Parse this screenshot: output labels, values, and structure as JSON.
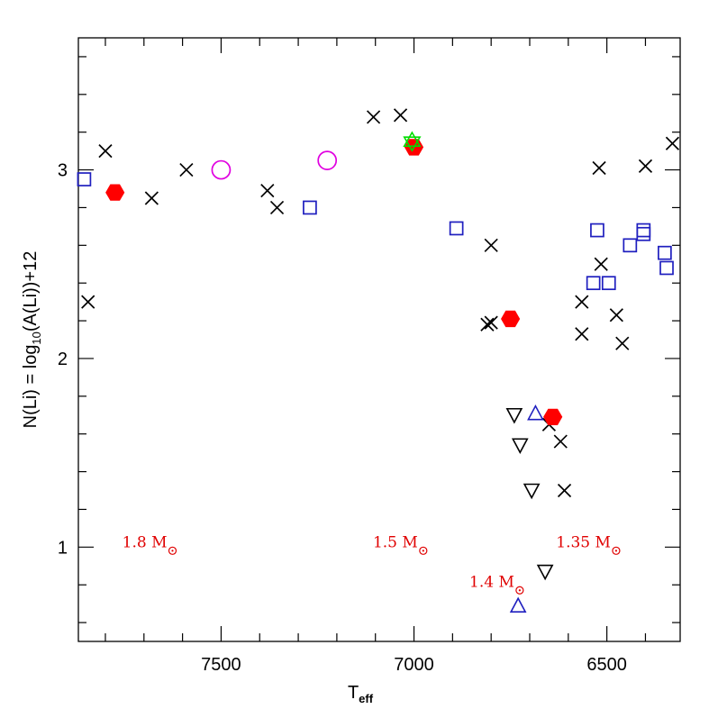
{
  "chart_data": {
    "type": "scatter",
    "title": "",
    "xlabel_main": "T",
    "xlabel_sub": "eff",
    "ylabel": "N(Li)  =  log10(A(Li))+12",
    "ylabel_parts": {
      "pre": "N(Li)  =  log",
      "sub": "10",
      "post": "(A(Li))+12"
    },
    "xlim": [
      7870,
      6310
    ],
    "ylim": [
      0.5,
      3.7
    ],
    "x_reversed": true,
    "x_major_ticks": [
      7500,
      7000,
      6500
    ],
    "x_tick_labels": [
      "7500",
      "7000",
      "6500"
    ],
    "x_minor_step": 100,
    "y_major_ticks": [
      1,
      2,
      3
    ],
    "y_tick_labels": [
      "1",
      "2",
      "3"
    ],
    "y_minor_step": 0.2,
    "grid": false,
    "colors": {
      "cross": "#000000",
      "square": "#1f1fbf",
      "hexagon": "#ff0000",
      "circle": "#e000e0",
      "triangle_down": "#000000",
      "triangle_up": "#1f1fbf",
      "star": "#00dd00",
      "mass_label": "#e00000"
    },
    "mass_labels": [
      {
        "mass": "1.8",
        "unit": "M",
        "x": 7640,
        "y": 1.0
      },
      {
        "mass": "1.5",
        "unit": "M",
        "x": 6990,
        "y": 1.0
      },
      {
        "mass": "1.35",
        "unit": "M",
        "x": 6490,
        "y": 1.0
      },
      {
        "mass": "1.4",
        "unit": "M",
        "x": 6740,
        "y": 0.79
      }
    ],
    "series": [
      {
        "marker": "cross",
        "points": [
          [
            7845,
            2.3
          ],
          [
            7800,
            3.1
          ],
          [
            7680,
            2.85
          ],
          [
            7590,
            3.0
          ],
          [
            7380,
            2.89
          ],
          [
            7355,
            2.8
          ],
          [
            7105,
            3.28
          ],
          [
            7035,
            3.29
          ],
          [
            6810,
            2.18
          ],
          [
            6800,
            2.6
          ],
          [
            6800,
            2.19
          ],
          [
            6565,
            2.13
          ],
          [
            6565,
            2.3
          ],
          [
            6515,
            2.5
          ],
          [
            6520,
            3.01
          ],
          [
            6475,
            2.23
          ],
          [
            6460,
            2.08
          ],
          [
            6400,
            3.02
          ],
          [
            6330,
            3.14
          ],
          [
            6650,
            1.65
          ],
          [
            6620,
            1.56
          ],
          [
            6610,
            1.3
          ]
        ]
      },
      {
        "marker": "square",
        "points": [
          [
            7855,
            2.95
          ],
          [
            7270,
            2.8
          ],
          [
            6890,
            2.69
          ],
          [
            6535,
            2.4
          ],
          [
            6525,
            2.68
          ],
          [
            6495,
            2.4
          ],
          [
            6440,
            2.6
          ],
          [
            6405,
            2.66
          ],
          [
            6405,
            2.68
          ],
          [
            6350,
            2.56
          ],
          [
            6345,
            2.48
          ]
        ]
      },
      {
        "marker": "hexagon",
        "points": [
          [
            7775,
            2.88
          ],
          [
            7000,
            3.12
          ],
          [
            6750,
            2.21
          ],
          [
            6640,
            1.69
          ]
        ]
      },
      {
        "marker": "circle",
        "points": [
          [
            7500,
            3.0
          ],
          [
            7225,
            3.05
          ]
        ]
      },
      {
        "marker": "triangle-down",
        "points": [
          [
            6740,
            1.7
          ],
          [
            6725,
            1.54
          ],
          [
            6695,
            1.3
          ],
          [
            6660,
            0.87
          ]
        ]
      },
      {
        "marker": "triangle-up",
        "points": [
          [
            6685,
            1.71
          ],
          [
            6730,
            0.69
          ]
        ]
      },
      {
        "marker": "star",
        "points": [
          [
            7005,
            3.15
          ]
        ]
      }
    ]
  }
}
